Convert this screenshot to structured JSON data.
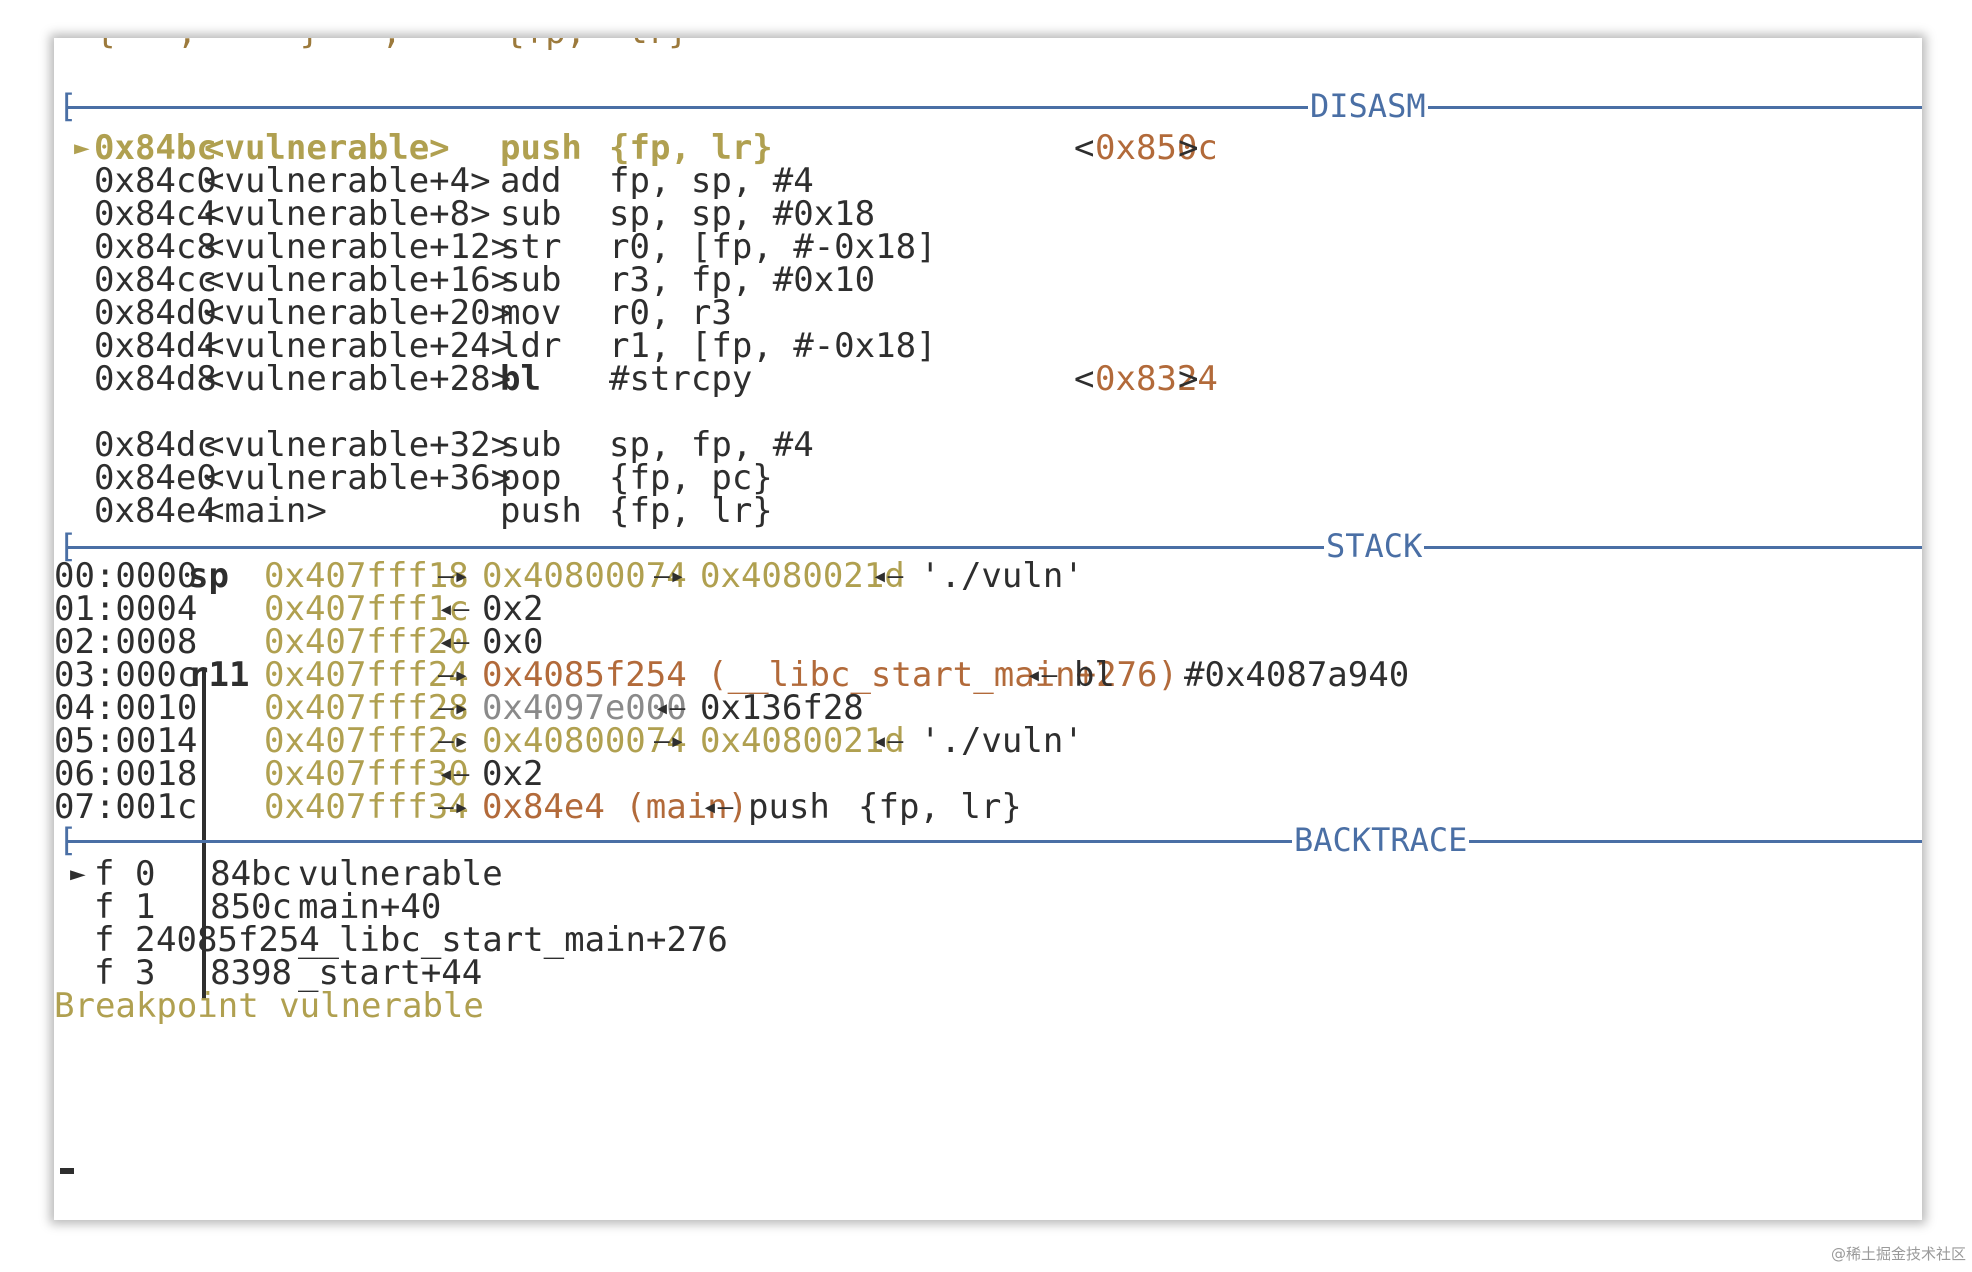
{
  "top_partial_text": "  {   ,     }   ,     {fp,  lr}",
  "sections": {
    "disasm": "DISASM",
    "stack": "STACK",
    "backtrace": "BACKTRACE"
  },
  "disasm": [
    {
      "marker": "►",
      "addr": "0x84bc",
      "sym": "<vulnerable>",
      "op": "push",
      "args": "{fp, lr}",
      "target_pre": "<",
      "target_addr": "0x850c",
      "target_post": ">"
    },
    {
      "marker": "",
      "addr": "0x84c0",
      "sym": "<vulnerable+4>",
      "op": "add",
      "args": "fp, sp, #4"
    },
    {
      "marker": "",
      "addr": "0x84c4",
      "sym": "<vulnerable+8>",
      "op": "sub",
      "args": "sp, sp, #0x18"
    },
    {
      "marker": "",
      "addr": "0x84c8",
      "sym": "<vulnerable+12>",
      "op": "str",
      "args": "r0, [fp, #-0x18]"
    },
    {
      "marker": "",
      "addr": "0x84cc",
      "sym": "<vulnerable+16>",
      "op": "sub",
      "args": "r3, fp, #0x10"
    },
    {
      "marker": "",
      "addr": "0x84d0",
      "sym": "<vulnerable+20>",
      "op": "mov",
      "args": "r0, r3"
    },
    {
      "marker": "",
      "addr": "0x84d4",
      "sym": "<vulnerable+24>",
      "op": "ldr",
      "args": "r1, [fp, #-0x18]"
    },
    {
      "marker": "",
      "addr": "0x84d8",
      "sym": "<vulnerable+28>",
      "op": "bl",
      "args": "#strcpy",
      "target_pre": "<",
      "target_addr": "0x8324",
      "target_post": ">"
    },
    {
      "marker": "",
      "addr": "0x84dc",
      "sym": "<vulnerable+32>",
      "op": "sub",
      "args": "sp, fp, #4"
    },
    {
      "marker": "",
      "addr": "0x84e0",
      "sym": "<vulnerable+36>",
      "op": "pop",
      "args": "{fp, pc}"
    },
    {
      "marker": "",
      "addr": "0x84e4",
      "sym": "<main>",
      "op": "push",
      "args": "{fp, lr}"
    }
  ],
  "stack": [
    {
      "idx": "00:0000",
      "reg": "sp",
      "addr": "0x407fff18",
      "a1": "—▸",
      "v1": "0x40800074",
      "a2": "—▸",
      "v2": "0x4080021d",
      "a3": "◂—",
      "v3": "'./vuln'"
    },
    {
      "idx": "01:0004",
      "reg": "",
      "addr": "0x407fff1c",
      "a1": "◂—",
      "v1": "0x2"
    },
    {
      "idx": "02:0008",
      "reg": "",
      "addr": "0x407fff20",
      "a1": "◂—",
      "v1": "0x0"
    },
    {
      "idx": "03:000c",
      "reg": "r11",
      "addr": "0x407fff24",
      "a1": "—▸",
      "v1": "0x4085f254 (__libc_start_main+276)",
      "a2": "◂—",
      "v2": "bl",
      "v3": "#0x4087a940"
    },
    {
      "idx": "04:0010",
      "reg": "",
      "addr": "0x407fff28",
      "a1": "—▸",
      "v1": "0x4097e000",
      "a2": "◂—",
      "v2": "0x136f28"
    },
    {
      "idx": "05:0014",
      "reg": "",
      "addr": "0x407fff2c",
      "a1": "—▸",
      "v1": "0x40800074",
      "a2": "—▸",
      "v2": "0x4080021d",
      "a3": "◂—",
      "v3": "'./vuln'"
    },
    {
      "idx": "06:0018",
      "reg": "",
      "addr": "0x407fff30",
      "a1": "◂—",
      "v1": "0x2"
    },
    {
      "idx": "07:001c",
      "reg": "",
      "addr": "0x407fff34",
      "a1": "—▸",
      "v1": "0x84e4 (main)",
      "a2": "◂—",
      "v2": "push",
      "v3": "{fp, lr}"
    }
  ],
  "backtrace": [
    {
      "marker": "►",
      "frame": "f 0",
      "addr": "84bc",
      "sym": "vulnerable"
    },
    {
      "marker": "",
      "frame": "f 1",
      "addr": "850c",
      "sym": "main+40"
    },
    {
      "marker": "",
      "frame": "f 2",
      "addr": "4085f254",
      "sym": "__libc_start_main+276"
    },
    {
      "marker": "",
      "frame": "f 3",
      "addr": "8398",
      "sym": "_start+44"
    }
  ],
  "status": "Breakpoint vulnerable",
  "watermark": "@稀土掘金技术社区",
  "colors": {
    "address_yellow": "#b0a050",
    "value_orange": "#b26a3a",
    "unmapped_gray": "#8a8a8a",
    "separator_blue": "#4a6fa5",
    "text": "#2e2e2e"
  }
}
